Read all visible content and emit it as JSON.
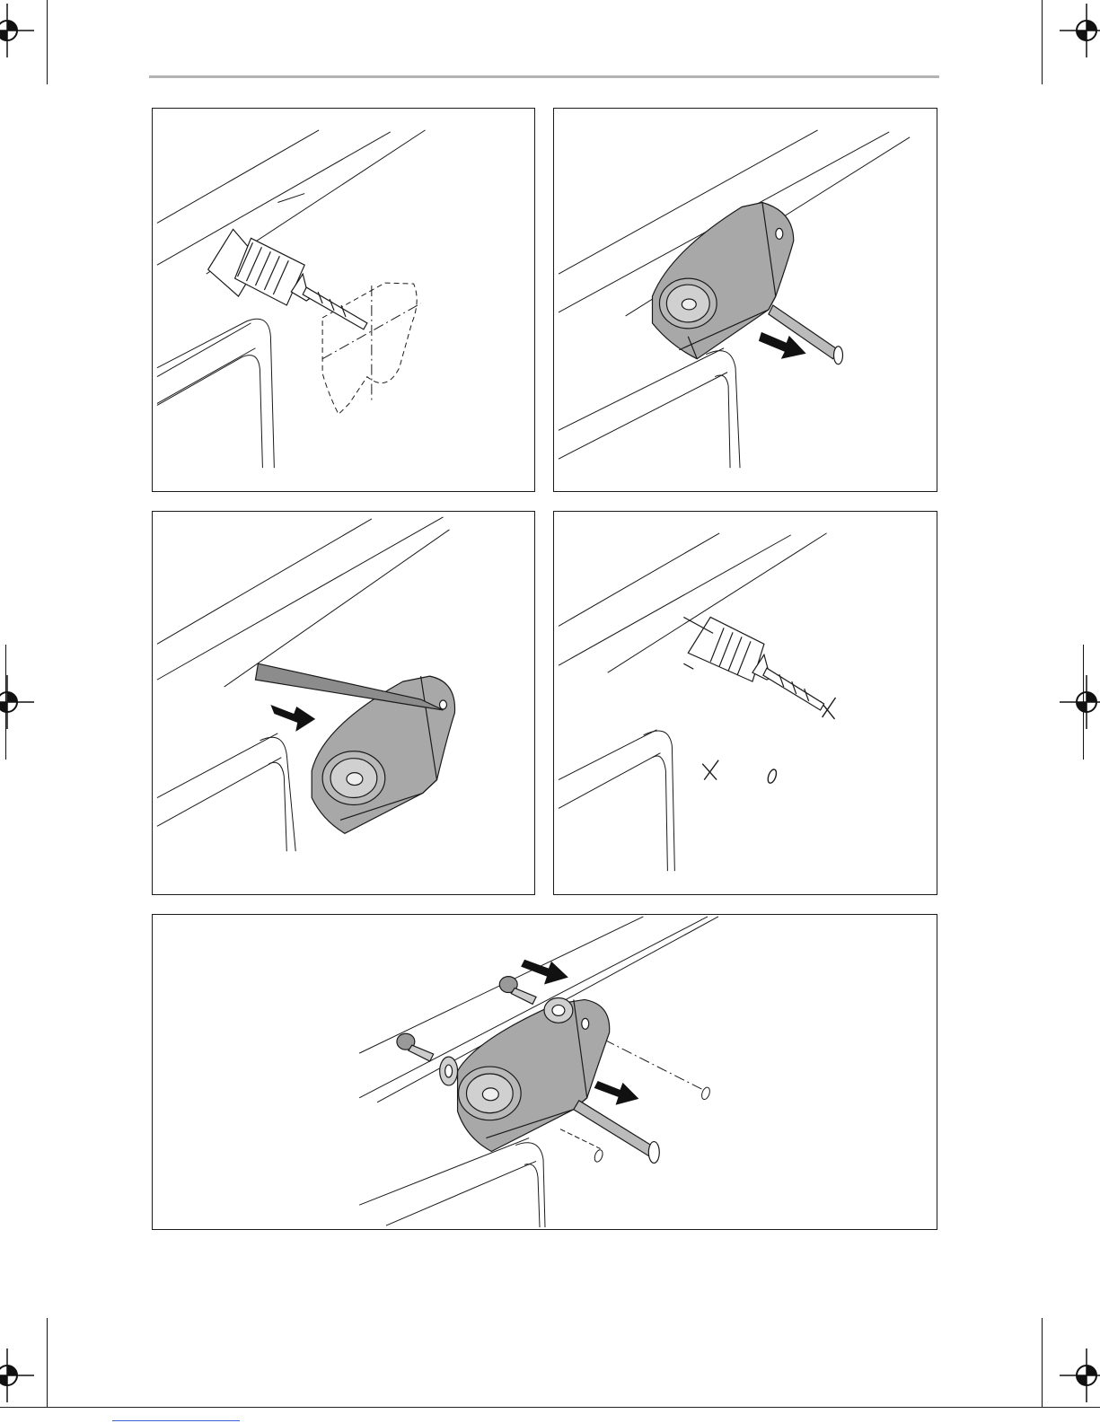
{
  "document": {
    "panels": [
      {
        "id": "p1",
        "icon": "drill-icon"
      },
      {
        "id": "p2",
        "icon": "camera-bracket-icon"
      },
      {
        "id": "p3",
        "icon": "marker-pen-icon"
      },
      {
        "id": "p4",
        "icon": "drill-icon"
      },
      {
        "id": "p5",
        "icon": "screw-mount-icon"
      }
    ],
    "colors": {
      "line": "#1a1a1a",
      "fill_grey": "#a8a8a8",
      "fill_dark": "#8c8c8c",
      "rule": "#b3b3b3"
    }
  }
}
